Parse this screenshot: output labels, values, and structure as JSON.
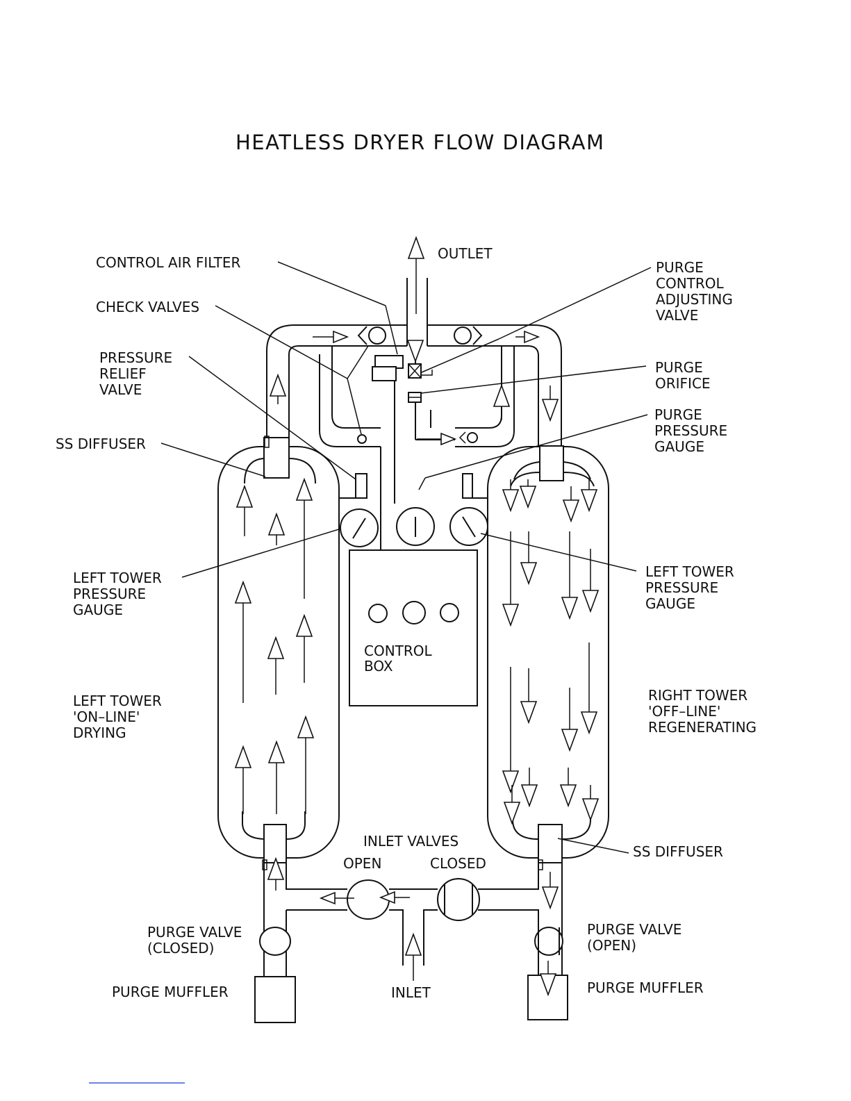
{
  "title": "HEATLESS DRYER FLOW DIAGRAM",
  "labels": {
    "control_air_filter": "CONTROL AIR FILTER",
    "check_valves": "CHECK VALVES",
    "pressure_relief_valve": [
      "PRESSURE",
      "RELIEF",
      "VALVE"
    ],
    "ss_diffuser_left": "SS DIFFUSER",
    "left_tower_gauge_left": [
      "LEFT TOWER",
      "PRESSURE",
      "GAUGE"
    ],
    "left_tower_status": [
      "LEFT TOWER",
      "'ON–LINE'",
      "DRYING"
    ],
    "purge_valve_left": [
      "PURGE VALVE",
      "(CLOSED)"
    ],
    "purge_muffler_left": "PURGE MUFFLER",
    "outlet": "OUTLET",
    "purge_control_adjusting_valve": [
      "PURGE",
      "CONTROL",
      "ADJUSTING",
      "VALVE"
    ],
    "purge_orifice": [
      "PURGE",
      "ORIFICE"
    ],
    "purge_pressure_gauge": [
      "PURGE",
      "PRESSURE",
      "GAUGE"
    ],
    "left_tower_gauge_right": [
      "LEFT TOWER",
      "PRESSURE",
      "GAUGE"
    ],
    "right_tower_status": [
      "RIGHT TOWER",
      "'OFF–LINE'",
      "REGENERATING"
    ],
    "ss_diffuser_right": "SS DIFFUSER",
    "purge_valve_right": [
      "PURGE VALVE",
      "(OPEN)"
    ],
    "purge_muffler_right": "PURGE MUFFLER",
    "control_box": [
      "CONTROL",
      "BOX"
    ],
    "inlet_valves": "INLET VALVES",
    "inlet_valve_open": "OPEN",
    "inlet_valve_closed": "CLOSED",
    "inlet": "INLET"
  },
  "colors": {
    "ink": "#111111",
    "paper": "#ffffff",
    "link": "#3a5ad8"
  }
}
